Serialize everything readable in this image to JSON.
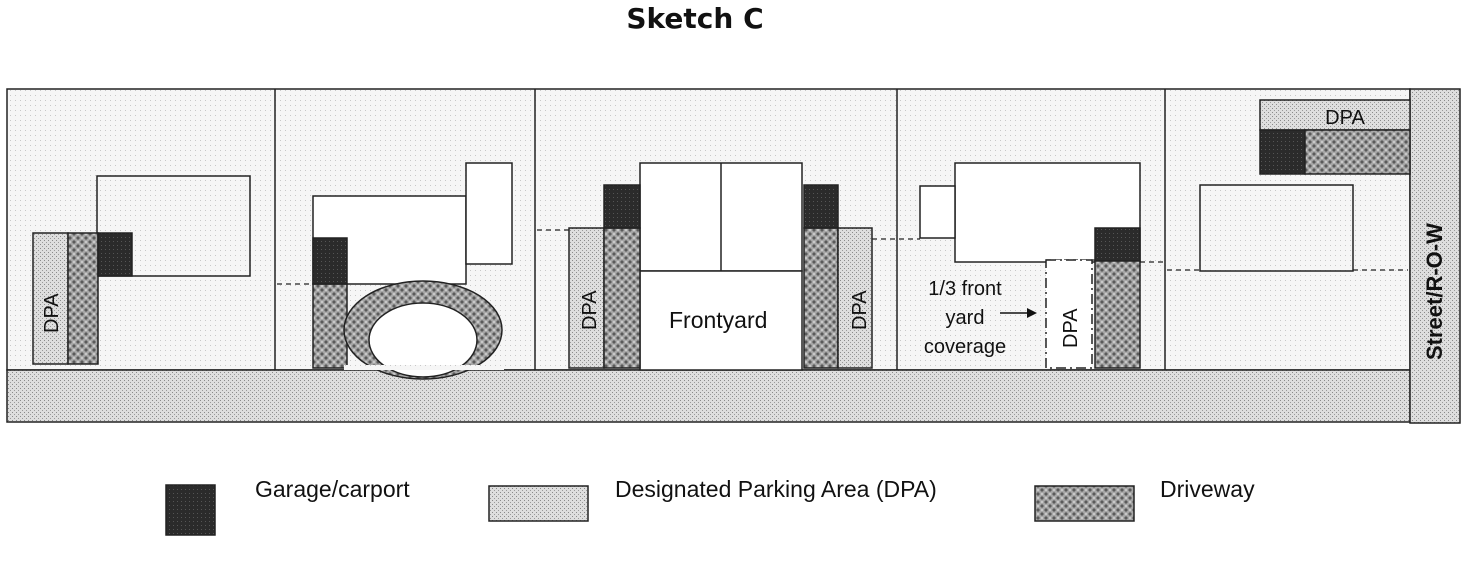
{
  "title": "Sketch C",
  "labels": {
    "dpa": "DPA",
    "frontyard": "Frontyard",
    "coverage_line1": "1/3 front",
    "coverage_line2": "yard",
    "coverage_line3": "coverage",
    "street": "Street/R-O-W"
  },
  "legend": [
    {
      "key": "garage",
      "label": "Garage/carport"
    },
    {
      "key": "dpa",
      "label": "Designated Parking Area (DPA)"
    },
    {
      "key": "driveway",
      "label": "Driveway"
    }
  ],
  "colors": {
    "garage": "#2e2e2e",
    "dpa": "#dcdcdc",
    "driveway": "#9a9a9a",
    "street": "#d6d6d6",
    "outline": "#222222"
  }
}
